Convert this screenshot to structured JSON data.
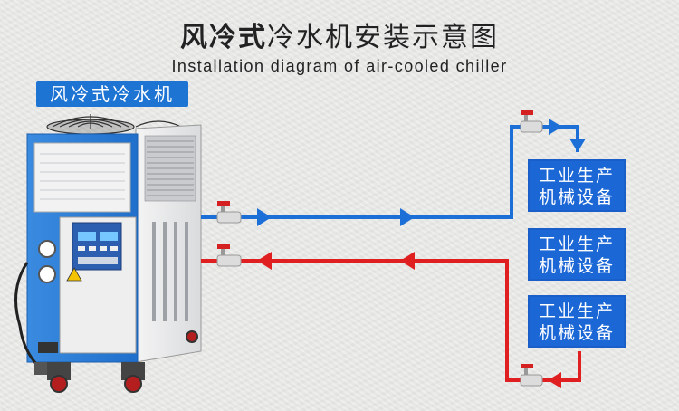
{
  "title": {
    "bold": "风冷式",
    "light": "冷水机安装示意图"
  },
  "subtitle": "Installation diagram of air-cooled chiller",
  "product_label": "风冷式冷水机",
  "devices": [
    {
      "line1": "工业生产",
      "line2": "机械设备"
    },
    {
      "line1": "工业生产",
      "line2": "机械设备"
    },
    {
      "line1": "工业生产",
      "line2": "机械设备"
    }
  ],
  "colors": {
    "supply_line": "#1c6fd6",
    "return_line": "#e02020",
    "machine_blue": "#2a7fd8",
    "label_blue": "#1e74d3"
  }
}
